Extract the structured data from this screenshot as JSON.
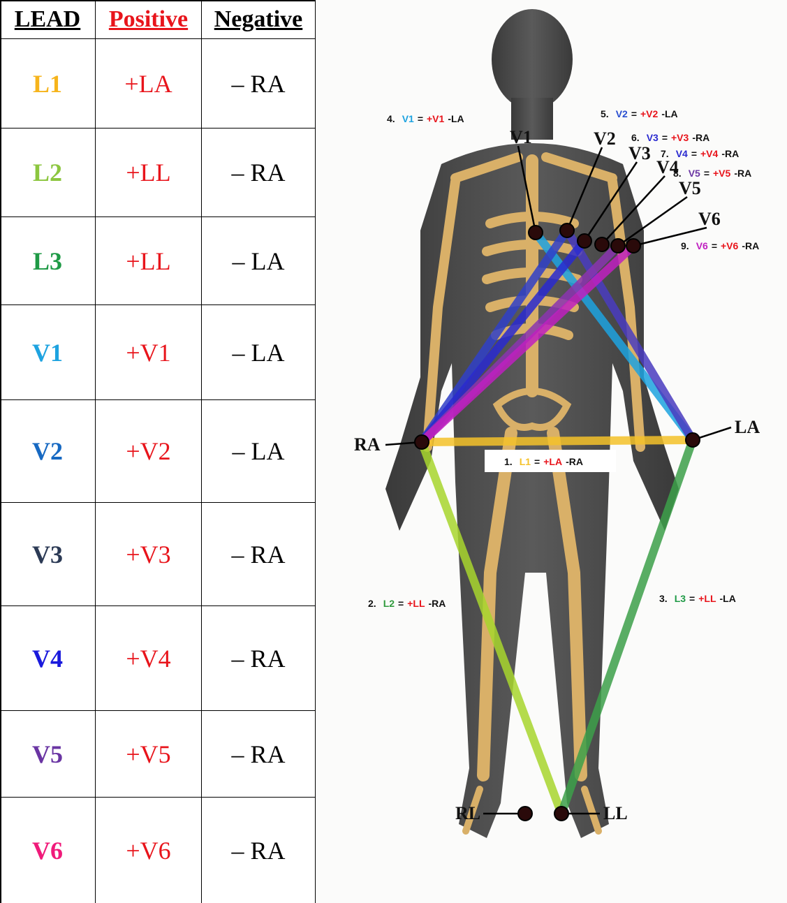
{
  "table": {
    "headers": {
      "lead": "LEAD",
      "positive": "Positive",
      "negative": "Negative"
    },
    "rows": [
      {
        "lead": "L1",
        "positive": "+LA",
        "negative": "– RA",
        "color": "#f6b41c"
      },
      {
        "lead": "L2",
        "positive": "+LL",
        "negative": "– RA",
        "color": "#8cc63f"
      },
      {
        "lead": "L3",
        "positive": "+LL",
        "negative": "– LA",
        "color": "#1f9a46"
      },
      {
        "lead": "V1",
        "positive": "+V1",
        "negative": "– LA",
        "color": "#1ea3e0"
      },
      {
        "lead": "V2",
        "positive": "+V2",
        "negative": "– LA",
        "color": "#1769c2"
      },
      {
        "lead": "V3",
        "positive": "+V3",
        "negative": "– RA",
        "color": "#2c3a55"
      },
      {
        "lead": "V4",
        "positive": "+V4",
        "negative": "– RA",
        "color": "#1a1adc"
      },
      {
        "lead": "V5",
        "positive": "+V5",
        "negative": "– RA",
        "color": "#6a35a3"
      },
      {
        "lead": "V6",
        "positive": "+V6",
        "negative": "– RA",
        "color": "#f01a7a"
      }
    ]
  },
  "diagram": {
    "electrodes": {
      "v1": "V1",
      "v2": "V2",
      "v3": "V3",
      "v4": "V4",
      "v5": "V5",
      "v6": "V6",
      "ra": "RA",
      "la": "LA",
      "rl": "RL",
      "ll": "LL"
    },
    "equations": [
      {
        "num": "1.",
        "lead": "L1",
        "pos": "+LA",
        "neg": "-RA"
      },
      {
        "num": "2.",
        "lead": "L2",
        "pos": "+LL",
        "neg": "-RA"
      },
      {
        "num": "3.",
        "lead": "L3",
        "pos": "+LL",
        "neg": "-LA"
      },
      {
        "num": "4.",
        "lead": "V1",
        "pos": "+V1",
        "neg": "-LA"
      },
      {
        "num": "5.",
        "lead": "V2",
        "pos": "+V2",
        "neg": "-LA"
      },
      {
        "num": "6.",
        "lead": "V3",
        "pos": "+V3",
        "neg": "-RA"
      },
      {
        "num": "7.",
        "lead": "V4",
        "pos": "+V4",
        "neg": "-RA"
      },
      {
        "num": "8.",
        "lead": "V5",
        "pos": "+V5",
        "neg": "-RA"
      },
      {
        "num": "9.",
        "lead": "V6",
        "pos": "+V6",
        "neg": "-RA"
      }
    ],
    "equals": "=",
    "colors": {
      "skin": "#4a4a4a",
      "bone": "#d9b068",
      "l1": "#f5c22a",
      "l2": "#a8d62e",
      "l3": "#3da04a",
      "v1": "#1ea3e0",
      "v2": "#3040c8",
      "v3": "#2a2ad0",
      "v4": "#4a3cc0",
      "v5": "#8a35b0",
      "v6": "#c020c0",
      "electrode": "#2a0a0a"
    }
  }
}
